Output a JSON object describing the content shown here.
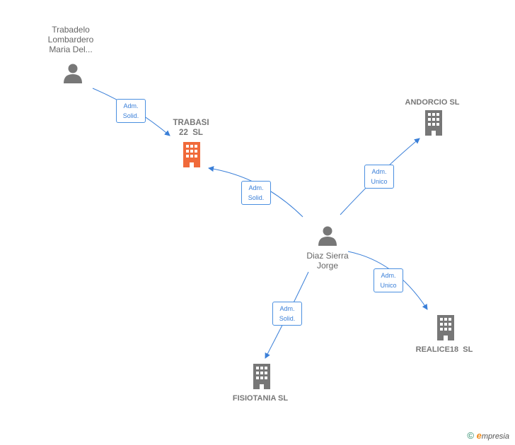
{
  "nodes": {
    "trabadelo": {
      "label_lines": [
        "Trabadelo",
        "Lombardero",
        "Maria Del..."
      ],
      "icon": "person-icon"
    },
    "trabasi": {
      "label_lines": [
        "TRABASI",
        "22  SL"
      ],
      "icon": "building-icon",
      "color": "#f06a3a"
    },
    "andorcio": {
      "label_lines": [
        "ANDORCIO SL"
      ],
      "icon": "building-icon"
    },
    "diaz": {
      "label_lines": [
        "Diaz Sierra",
        "Jorge"
      ],
      "icon": "person-icon"
    },
    "realice": {
      "label_lines": [
        "REALICE18  SL"
      ],
      "icon": "building-icon"
    },
    "fisiotania": {
      "label_lines": [
        "FISIOTANIA SL"
      ],
      "icon": "building-icon"
    }
  },
  "edges": [
    {
      "from": "trabadelo",
      "to": "trabasi",
      "label_lines": [
        "Adm.",
        "Solid."
      ]
    },
    {
      "from": "diaz",
      "to": "trabasi",
      "label_lines": [
        "Adm.",
        "Solid."
      ]
    },
    {
      "from": "diaz",
      "to": "andorcio",
      "label_lines": [
        "Adm.",
        "Unico"
      ]
    },
    {
      "from": "diaz",
      "to": "realice",
      "label_lines": [
        "Adm.",
        "Unico"
      ]
    },
    {
      "from": "diaz",
      "to": "fisiotania",
      "label_lines": [
        "Adm.",
        "Solid."
      ]
    }
  ],
  "colors": {
    "edge": "#3a7fd8",
    "icon_gray": "#777777",
    "highlight": "#f06a3a"
  },
  "footer": {
    "copyright": "©",
    "brand_e": "e",
    "brand_rest": "mpresia"
  }
}
